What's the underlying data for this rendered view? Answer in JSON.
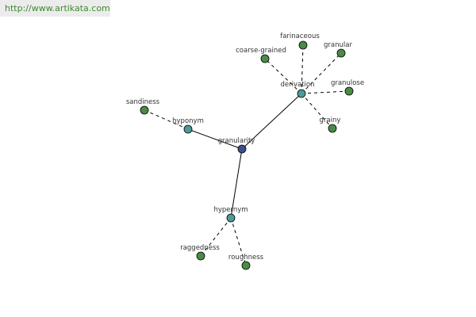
{
  "header": {
    "url": "http://www.artikata.com"
  },
  "graph": {
    "center": "granularity",
    "hubs": {
      "hyponym": "hyponym",
      "derivation": "derivation",
      "hypernym": "hypernym"
    },
    "leaves": {
      "sandiness": "sandiness",
      "coarse_grained": "coarse-grained",
      "farinaceous": "farinaceous",
      "granular": "granular",
      "granulose": "granulose",
      "grainy": "grainy",
      "raggedness": "raggedness",
      "roughness": "roughness"
    },
    "colors": {
      "center": "#3a4f8c",
      "hub": "#4d9a9a",
      "leaf": "#4a8c46",
      "edge": "#000000"
    }
  }
}
